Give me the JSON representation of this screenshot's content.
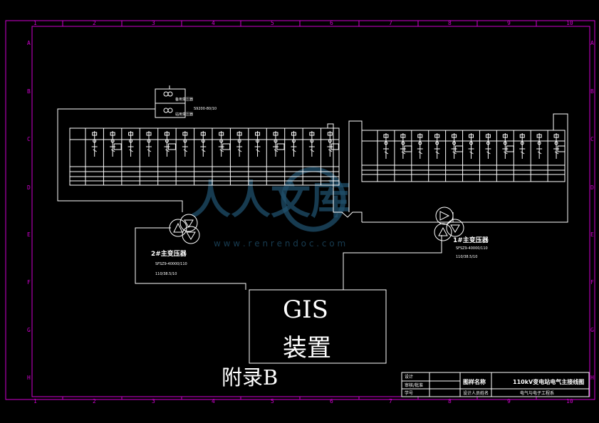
{
  "zone_columns": [
    "1",
    "2",
    "3",
    "4",
    "5",
    "6",
    "7",
    "8",
    "9",
    "10"
  ],
  "zone_rows": [
    "A",
    "B",
    "C",
    "D",
    "E",
    "F",
    "G",
    "H"
  ],
  "left_top_box": {
    "line1": "备用变压器",
    "line2": "站用变压器",
    "ref": "S9200-80/10"
  },
  "transformer_left": {
    "label": "2#主变压器",
    "model": "SFSZ9-40000/110",
    "ratio": "110/38.5/10"
  },
  "transformer_right": {
    "label": "1#主变压器",
    "model": "SFSZ9-40000/110",
    "ratio": "110/38.5/10"
  },
  "gis": {
    "line1": "GIS",
    "line2": "装置"
  },
  "appendix": "附录B",
  "title_block": {
    "r1c1": "设计",
    "r2c1": "审核/批准",
    "r3c1": "学号",
    "drawing_name_label": "图样名称",
    "drawing_name": "110kV变电站电气主接线图",
    "designer_label": "设计人员姓名",
    "unit": "电气与电子工程系"
  },
  "watermark": {
    "text": "人人文库",
    "url": "w w w . r e n r e n d o c . c o m"
  },
  "colors": {
    "frame": "#d200d2",
    "line": "#ffffff",
    "background": "#000000",
    "watermark": "#1f4f6b"
  }
}
